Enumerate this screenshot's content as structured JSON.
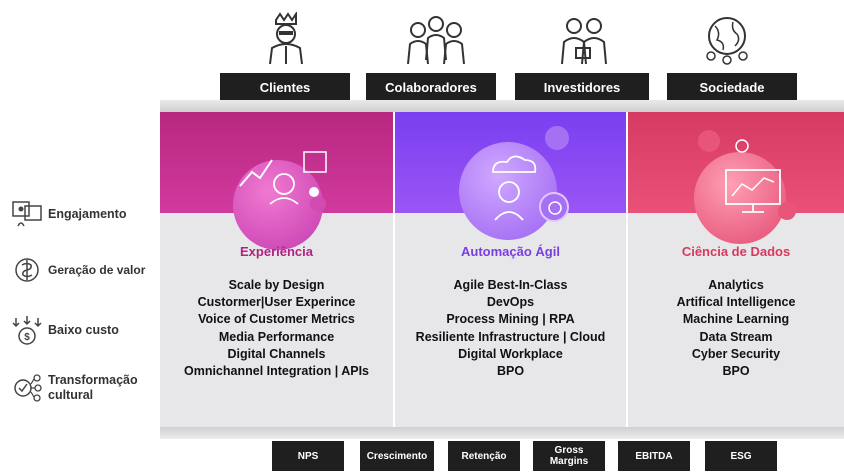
{
  "stakeholders": [
    {
      "label": "Clientes",
      "icon": "king-icon"
    },
    {
      "label": "Colaboradores",
      "icon": "team-icon"
    },
    {
      "label": "Investidores",
      "icon": "investors-icon"
    },
    {
      "label": "Sociedade",
      "icon": "society-globe-icon"
    }
  ],
  "drivers": [
    {
      "label": "Engajamento",
      "icon": "engagement-icon"
    },
    {
      "label": "Geração de valor",
      "icon": "value-generation-icon"
    },
    {
      "label": "Baixo custo",
      "icon": "low-cost-icon"
    },
    {
      "label": "Transformação cultural",
      "icon": "culture-icon"
    }
  ],
  "pillars": [
    {
      "title": "Experiência",
      "title_color": "#b0237f",
      "header_color": "#c72a92",
      "items": [
        "Scale by Design",
        "Custormer|User Experince",
        "Voice of Customer Metrics",
        "Media Performance",
        "Digital Channels",
        "Omnichannel Integration | APIs"
      ]
    },
    {
      "title": "Automação Ágil",
      "title_color": "#7a3ee0",
      "header_color": "#8e46f0",
      "items": [
        "Agile Best-In-Class",
        "DevOps",
        "Process Mining | RPA",
        "Resiliente Infrastructure | Cloud",
        "Digital Workplace",
        "BPO"
      ]
    },
    {
      "title": "Ciência de Dados",
      "title_color": "#d8385e",
      "header_color": "#e2466d",
      "items": [
        "Analytics",
        "Artifical Intelligence",
        "Machine Learning",
        "Data Stream",
        "Cyber Security",
        "BPO"
      ]
    }
  ],
  "kpis": [
    "NPS",
    "Crescimento",
    "Retenção",
    "Gross Margins",
    "EBITDA",
    "ESG"
  ],
  "kpi_lines": {
    "gross_1": "Gross",
    "gross_2": "Margins"
  }
}
